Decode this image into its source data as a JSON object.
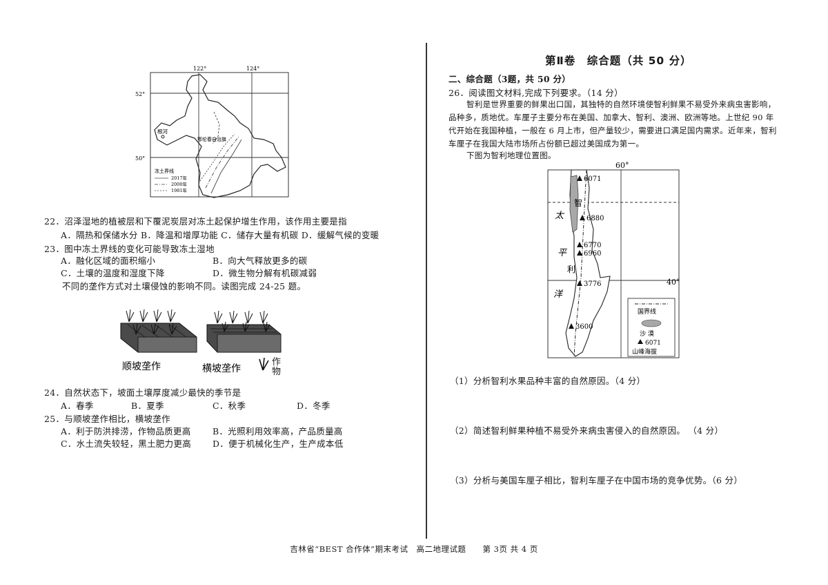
{
  "left": {
    "map1": {
      "lon_labels": [
        "122°",
        "124°"
      ],
      "lat_labels": [
        "52°",
        "50°"
      ],
      "place": "根河",
      "region": "鄂伦春自治旗",
      "legend_title": "冻土界线",
      "legend_items": [
        "2017年",
        "2000年",
        "1981年"
      ]
    },
    "q22": {
      "stem": "22．沼泽湿地的植被层和下覆泥炭层对冻土起保护增生作用，该作用主要是指",
      "options": "A．隔热和保储水分   B．降温和增厚功能   C．储存大量有机碳   D．缓解气候的变暖"
    },
    "q23": {
      "stem": "23．图中冻土界线的变化可能导致冻土湿地",
      "A": "A．融化区域的面积缩小",
      "B": "B．向大气释放更多的碳",
      "C": "C．土壤的温度和湿度下降",
      "D": "D．微生物分解有机碳减弱"
    },
    "intro_24_25": "不同的垄作方式对土壤侵蚀的影响不同。读图完成 24-25 题。",
    "figure2": {
      "label_left": "顺坡垄作",
      "label_right": "横坡垄作",
      "crop_legend": "作物"
    },
    "q24": {
      "stem": "24．自然状态下，坡面土壤厚度减少最快的季节是",
      "A": "A．春季",
      "B": "B．夏季",
      "C": "C．秋季",
      "D": "D．冬季"
    },
    "q25": {
      "stem": "25．与顺坡垄作相比，横坡垄作",
      "A": "A．利于防洪排涝，作物品质更高",
      "B": "B．光照利用效率高，产品质量高",
      "C": "C．水土流失较轻，黑土肥力更高",
      "D": "D．便于机械化生产，生产成本低"
    }
  },
  "right": {
    "section_title": "第Ⅱ卷　综合题（共 50 分）",
    "part_title": "二、综合题（3题，共 50 分）",
    "q26_stem": "26．阅读图文材料,完成下列要求。（14 分）",
    "material": [
      "智利是世界重要的鲜果出口国，其独特的自然环境使智利鲜果不易受外来病虫害影响，",
      "品种多，质地优。车厘子主要分布在美国、加拿大、智利、澳洲、欧洲等地。上世纪 90 年",
      "代开始在我国种植，一般在 6 月上市，但产量较少，需要进口满足国内需求。近年来，智利",
      "车厘子在我国大陆市场所占份额已超过美国成为第一。"
    ],
    "map_intro": "下图为智利地理位置图。",
    "map2": {
      "lon_label": "60°",
      "lat_label": "40°",
      "sea_chars": [
        "太",
        "平",
        "洋"
      ],
      "country_chars": [
        "智",
        "利"
      ],
      "peaks": [
        "6071",
        "6880",
        "6770",
        "6960",
        "3776",
        "3600"
      ],
      "legend": [
        "国界线",
        "沙 漠",
        "6071",
        "山峰海拔"
      ]
    },
    "sub1": "（1）分析智利水果品种丰富的自然原因。（4 分）",
    "sub2": "（2）简述智利鲜果种植不易受外来病虫害侵入的自然原因。  （4 分）",
    "sub3": "（3）分析与美国车厘子相比，智利车厘子在中国市场的竞争优势。（6 分）"
  },
  "footer": "吉林省“BEST 合作体”期末考试　高二地理试题　　第 3页  共  4  页"
}
